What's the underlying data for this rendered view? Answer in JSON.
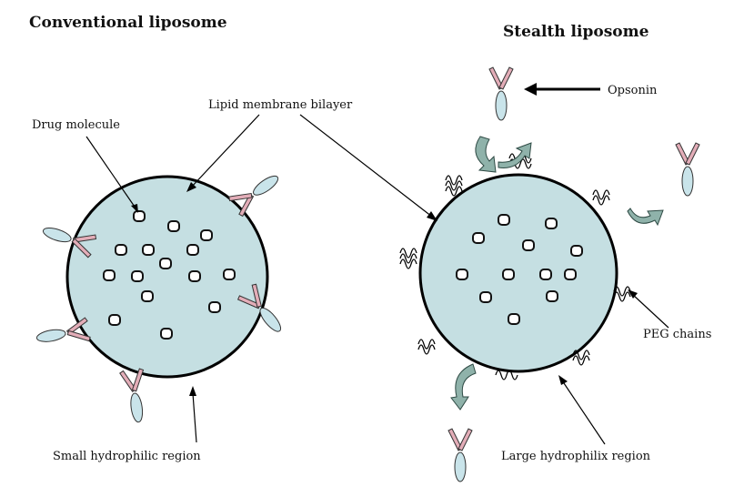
{
  "title_left": "Conventional liposome",
  "title_right": "Stealth liposome",
  "labels": {
    "drug_molecule": "Drug molecule",
    "lipid_membrane": "Lipid membrane bilayer",
    "opsonin": "Opsonin",
    "peg_chains": "PEG chains",
    "small_region": "Small hydrophilic region",
    "large_region": "Large hydrophilix region"
  },
  "colors": {
    "liposome_fill": "#c5dfe2",
    "antibody_arm": "#e3adb8",
    "antibody_stem": "#c9e4ea",
    "curved_arrow": "#8fb2aa"
  }
}
